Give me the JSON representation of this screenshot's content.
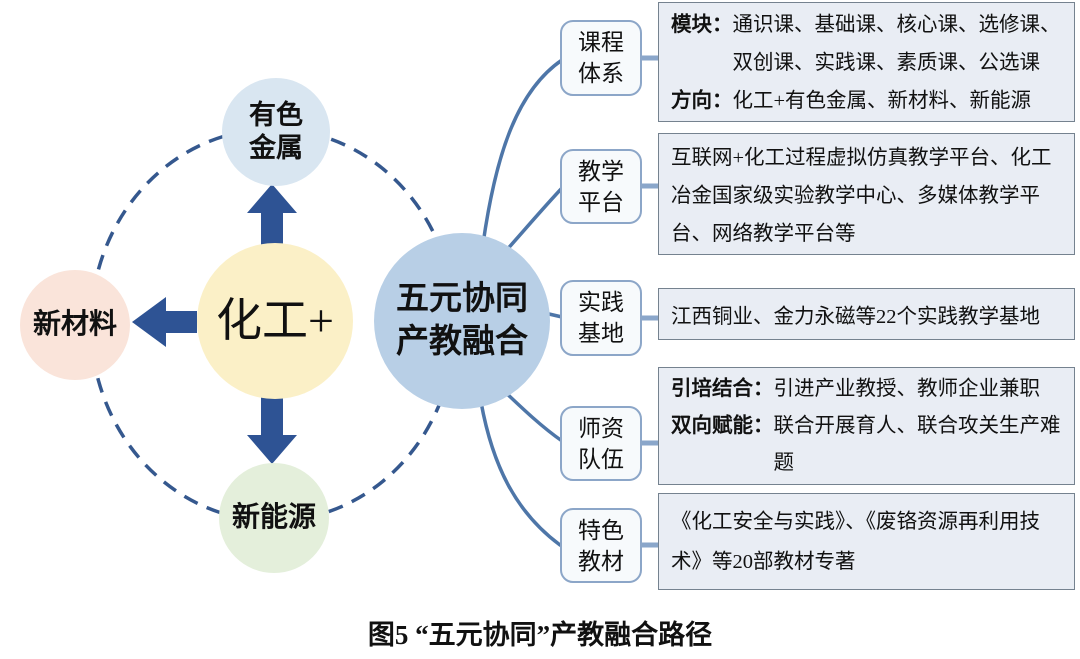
{
  "colors": {
    "hub_fill": "#fbf0c7",
    "satellite_blue": "#d9e6f1",
    "satellite_pink": "#fae4da",
    "satellite_green": "#e4efdb",
    "main_circle_fill": "#b8cfe6",
    "arrow_blue": "#2e5394",
    "ring_blue": "#35588e",
    "connector_blue": "#4e76a8",
    "label_connector_blue": "#8aa6ca",
    "content_box_fill": "#e9edf4"
  },
  "hub": {
    "label": "化工+"
  },
  "satellites": {
    "top": {
      "line1": "有色",
      "line2": "金属"
    },
    "left": {
      "label": "新材料"
    },
    "bottom": {
      "label": "新能源"
    }
  },
  "main_circle": {
    "line1": "五元协同",
    "line2": "产教融合"
  },
  "branches": [
    {
      "label_line1": "课程",
      "label_line2": "体系",
      "rows": [
        {
          "label": "模块：",
          "text": "通识课、基础课、核心课、选修课、双创课、实践课、素质课、公选课"
        },
        {
          "label": "方向：",
          "text": "化工+有色金属、新材料、新能源"
        }
      ]
    },
    {
      "label_line1": "教学",
      "label_line2": "平台",
      "rows": [
        {
          "label": "",
          "text": "互联网+化工过程虚拟仿真教学平台、化工冶金国家级实验教学中心、多媒体教学平台、网络教学平台等"
        }
      ]
    },
    {
      "label_line1": "实践",
      "label_line2": "基地",
      "rows": [
        {
          "label": "",
          "text": "江西铜业、金力永磁等22个实践教学基地"
        }
      ]
    },
    {
      "label_line1": "师资",
      "label_line2": "队伍",
      "rows": [
        {
          "label": "引培结合：",
          "text": "引进产业教授、教师企业兼职"
        },
        {
          "label": "双向赋能：",
          "text": "联合开展育人、联合攻关生产难题"
        }
      ]
    },
    {
      "label_line1": "特色",
      "label_line2": "教材",
      "rows": [
        {
          "label": "",
          "text": "《化工安全与实践》、《废铬资源再利用技术》等20部教材专著"
        }
      ]
    }
  ],
  "caption": "图5 “五元协同”产教融合路径"
}
